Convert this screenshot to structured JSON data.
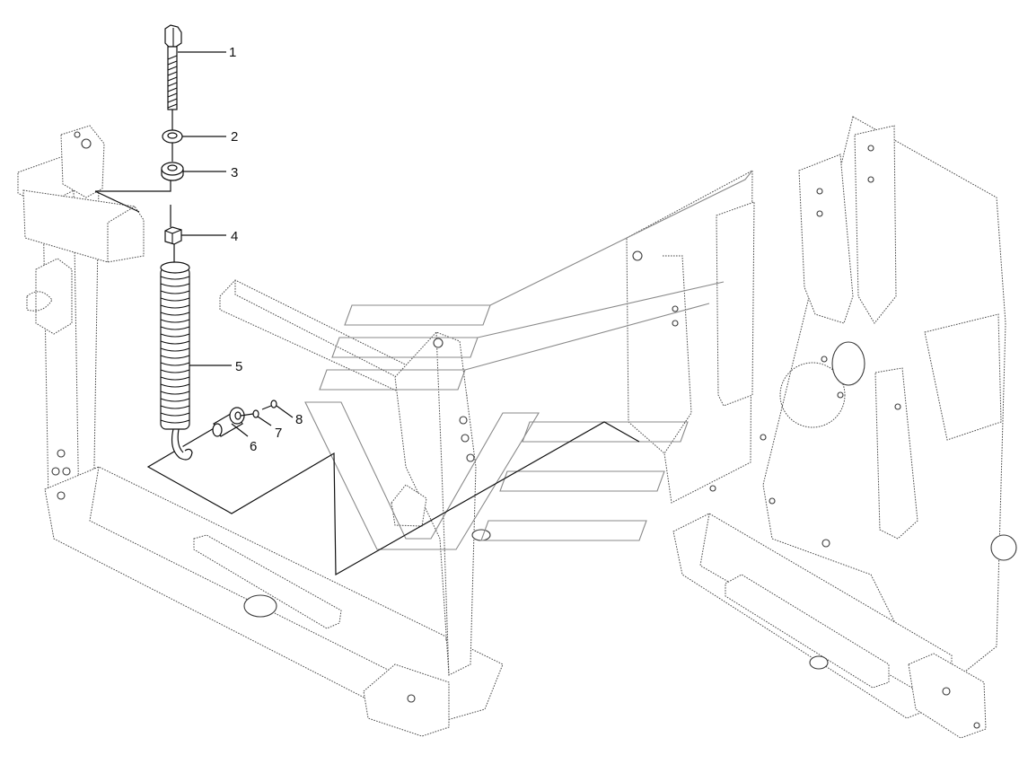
{
  "diagram": {
    "callouts": [
      {
        "number": "1",
        "part": "bolt"
      },
      {
        "number": "2",
        "part": "washer"
      },
      {
        "number": "3",
        "part": "washer"
      },
      {
        "number": "4",
        "part": "nut"
      },
      {
        "number": "5",
        "part": "spring"
      },
      {
        "number": "6",
        "part": "pin"
      },
      {
        "number": "7",
        "part": "washer"
      },
      {
        "number": "8",
        "part": "split-pin"
      }
    ]
  },
  "colors": {
    "line": "#111111",
    "frame": "#4a4a4a",
    "watermark": "#8a8a8a",
    "background": "#ffffff"
  }
}
